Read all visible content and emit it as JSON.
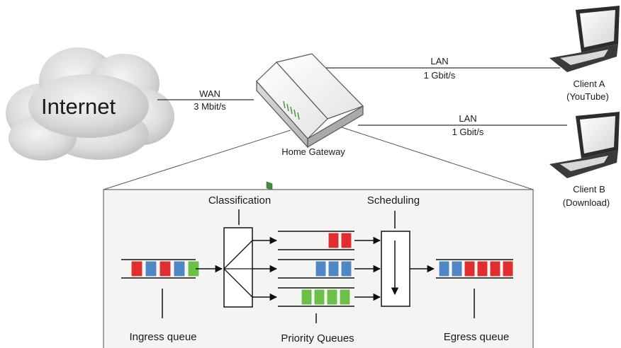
{
  "internet": {
    "label": "Internet"
  },
  "wan_link": {
    "name": "WAN",
    "speed": "3 Mbit/s"
  },
  "lan_link_a": {
    "name": "LAN",
    "speed": "1 Gbit/s"
  },
  "lan_link_b": {
    "name": "LAN",
    "speed": "1 Gbit/s"
  },
  "gateway": {
    "label": "Home Gateway"
  },
  "client_a": {
    "name": "Client A",
    "role": "(YouTube)"
  },
  "client_b": {
    "name": "Client B",
    "role": "(Download)"
  },
  "stages": {
    "classification": "Classification",
    "scheduling": "Scheduling",
    "ingress": "Ingress queue",
    "priority": "Priority Queues",
    "egress": "Egress queue"
  },
  "queues": {
    "ingress": [
      "red",
      "blue",
      "red",
      "blue",
      "green"
    ],
    "priority_high": [
      "red",
      "red"
    ],
    "priority_mid": [
      "blue",
      "blue",
      "blue"
    ],
    "priority_low": [
      "green",
      "green",
      "green",
      "green"
    ],
    "egress": [
      "blue",
      "blue",
      "red",
      "red",
      "red",
      "red"
    ]
  },
  "colors": {
    "red": "#e02d2d",
    "blue": "#4f86c6",
    "green": "#6cbf47",
    "panel": "#f4f5f2",
    "line": "#1a1a1a"
  }
}
